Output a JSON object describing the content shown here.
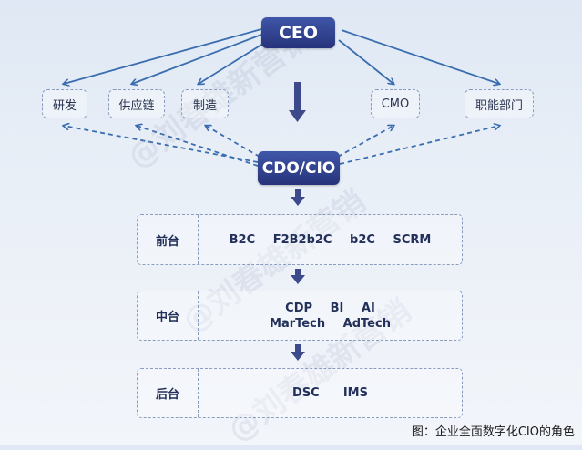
{
  "diagram": {
    "ceo": "CEO",
    "cdo_cio": "CDO/CIO",
    "departments": [
      "研发",
      "供应链",
      "制造",
      "CMO",
      "职能部门"
    ],
    "layers": [
      {
        "label": "前台",
        "lines": [
          "B2C   F2B2b2C   b2C   SCRM"
        ]
      },
      {
        "label": "中台",
        "lines": [
          "CDP   BI   AI",
          "MarTech   AdTech"
        ]
      },
      {
        "label": "后台",
        "lines": [
          "DSC    IMS"
        ]
      }
    ]
  },
  "watermark": "@刘春雄新营销",
  "caption": "图：企业全面数字化CIO的角色",
  "colors": {
    "exec_box": "#2f3f8f",
    "arrow": "#3a6db0",
    "down_arrow": "#3c4a8c",
    "dash_border": "#8a9bc0"
  }
}
